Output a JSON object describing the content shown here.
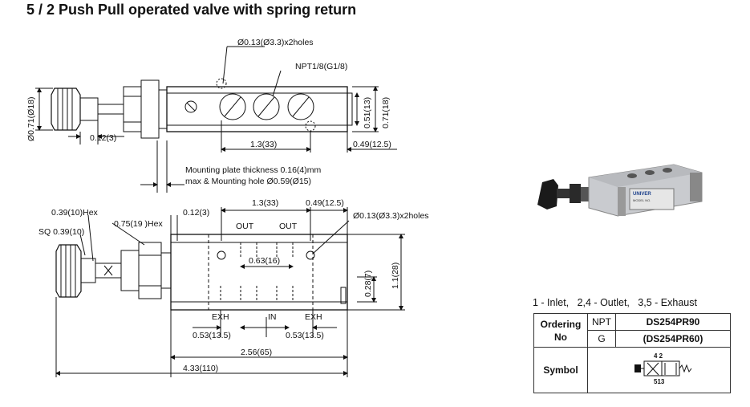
{
  "title": "5 / 2 Push Pull operated valve with spring return",
  "top_view": {
    "dim_holes": "Ø0.13(Ø3.3)x2holes",
    "dim_port": "NPT1/8(G1/8)",
    "dim_height": "Ø0.71(Ø18)",
    "dim_knob_offset": "0.12(3)",
    "dim_port_spacing": "1.3(33)",
    "dim_end_offset": "0.49(12.5)",
    "dim_side_inner": "0.51(13)",
    "dim_side_outer": "0.71(18)",
    "mount_note_1": "Mounting plate thickness 0.16(4)mm",
    "mount_note_2": "max & Mounting hole Ø0.59(Ø15)"
  },
  "front_view": {
    "dim_hex_knob": "0.39(10)Hex",
    "dim_sq": "SQ 0.39(10)",
    "dim_hex_body": "0.75(19 )Hex",
    "dim_left_offset": "0.12(3)",
    "dim_top_spacing": "1.3(33)",
    "dim_top_end": "0.49(12.5)",
    "dim_holes": "Ø0.13(Ø3.3)x2holes",
    "label_out_1": "OUT",
    "label_out_2": "OUT",
    "dim_out_spacing": "0.63(16)",
    "dim_height_inner": "0.28(7)",
    "dim_height_outer": "1.1(28)",
    "label_exh_1": "EXH",
    "label_in": "IN",
    "label_exh_2": "EXH",
    "dim_bottom_left": "0.53(13.5)",
    "dim_bottom_right": "0.53(13.5)",
    "dim_body_length": "2.56(65)",
    "dim_total_length": "4.33(110)"
  },
  "photo": {
    "brand": "UNIVER",
    "model_text": "MODEL NO."
  },
  "ports_legend": "1 - Inlet,   2,4 - Outlet,   3,5 - Exhaust",
  "spec_table": {
    "ordering_label_1": "Ordering",
    "ordering_label_2": "No",
    "rows": [
      {
        "thread": "NPT",
        "code": "DS254PR90"
      },
      {
        "thread": "G",
        "code": "(DS254PR60)"
      }
    ],
    "symbol_label": "Symbol",
    "symbol_ports_top": "4 2",
    "symbol_ports_bottom": "513"
  }
}
